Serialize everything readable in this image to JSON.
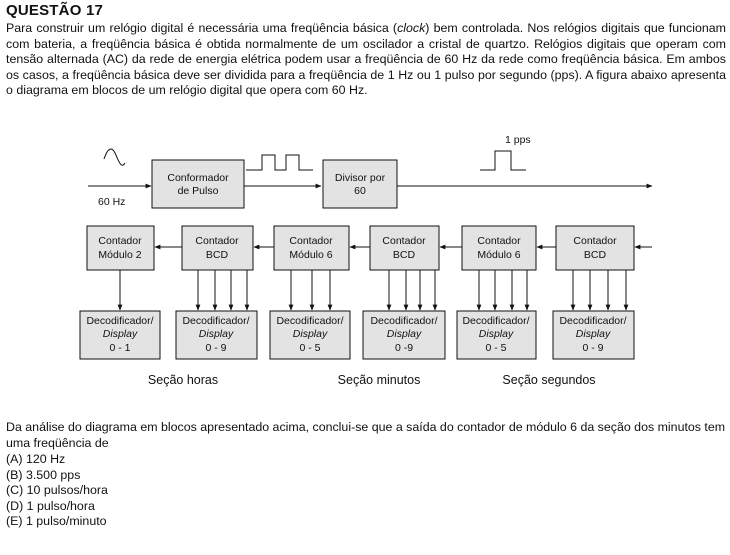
{
  "header": {
    "title": "QUESTÃO 17"
  },
  "intro": {
    "part1": "Para construir um relógio digital é necessária uma freqüência básica (",
    "clock_word": "clock",
    "part2": ") bem controlada. Nos relógios digitais que funcionam com bateria, a freqüência básica é obtida normalmente de um oscilador a cristal de quartzo. Relógios digitais que operam com tensão alternada (AC) da rede de energia elétrica podem usar a freqüência de 60 Hz da rede como freqüência básica. Em ambos os casos, a freqüência básica deve ser dividida para a freqüência de 1 Hz ou 1 pulso por segundo (pps). A figura abaixo apresenta o diagrama em blocos de um relógio digital que opera com 60 Hz."
  },
  "diagram": {
    "input_label": "60 Hz",
    "pps_label": "1 pps",
    "conformador": {
      "line1": "Conformador",
      "line2": "de Pulso"
    },
    "divisor": {
      "line1": "Divisor por",
      "line2": "60"
    },
    "counters": [
      {
        "line1": "Contador",
        "line2": "Módulo 2"
      },
      {
        "line1": "Contador",
        "line2": "BCD"
      },
      {
        "line1": "Contador",
        "line2": "Módulo 6"
      },
      {
        "line1": "Contador",
        "line2": "BCD"
      },
      {
        "line1": "Contador",
        "line2": "Módulo 6"
      },
      {
        "line1": "Contador",
        "line2": "BCD"
      }
    ],
    "decoders": [
      {
        "line1": "Decodificador/",
        "line2": "Display",
        "line3": "0 - 1"
      },
      {
        "line1": "Decodificador/",
        "line2": "Display",
        "line3": "0 - 9"
      },
      {
        "line1": "Decodificador/",
        "line2": "Display",
        "line3": "0 - 5"
      },
      {
        "line1": "Decodificador/",
        "line2": "Display",
        "line3": "0 -9"
      },
      {
        "line1": "Decodificador/",
        "line2": "Display",
        "line3": "0 - 5"
      },
      {
        "line1": "Decodificador/",
        "line2": "Display",
        "line3": "0 - 9"
      }
    ],
    "sections": [
      "Seção horas",
      "Seção minutos",
      "Seção segundos"
    ]
  },
  "question": {
    "text": "Da análise do diagrama em blocos apresentado acima, conclui-se que a saída do contador de módulo 6 da seção dos minutos tem uma freqüência de",
    "options": [
      "(A)  120 Hz",
      "(B)  3.500 pps",
      "(C)  10 pulsos/hora",
      "(D)  1 pulso/hora",
      "(E)  1 pulso/minuto"
    ]
  }
}
